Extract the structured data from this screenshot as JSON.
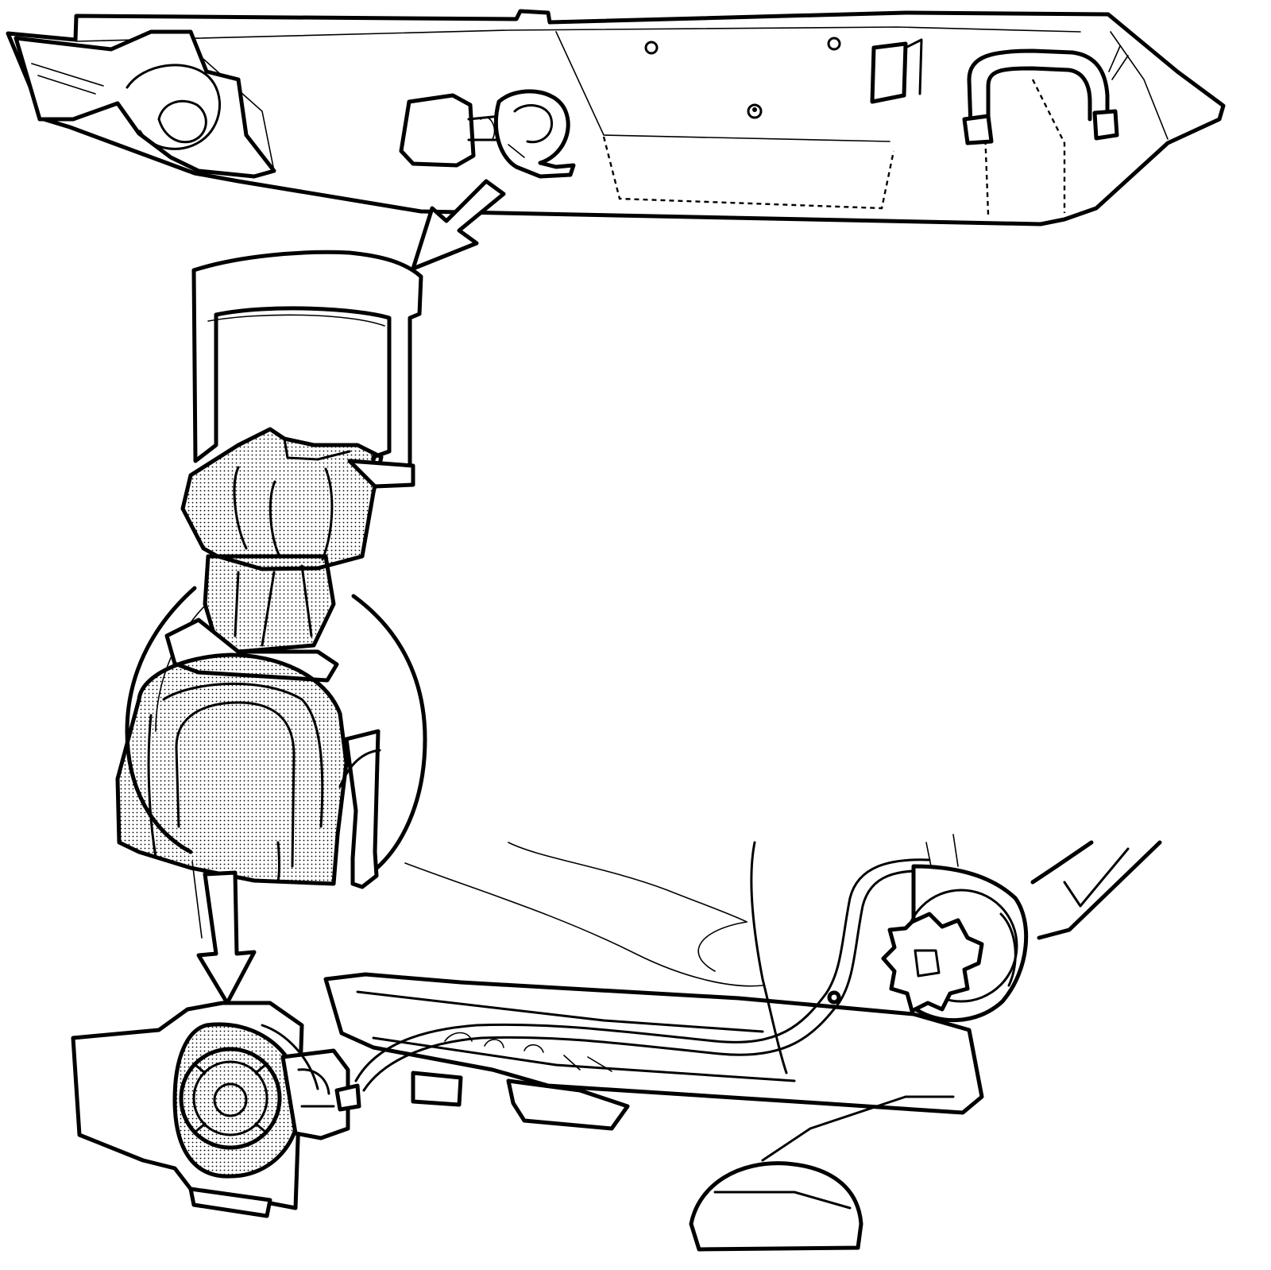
{
  "figure": {
    "kind": "line-art technical illustration",
    "colors": {
      "line": "#000000",
      "background": "#ffffff"
    },
    "components": [
      "rear-bumper-cover",
      "license-lamp-socket",
      "lamp-bulb-holder-enlarged",
      "seat-belt-retractor",
      "seat-frame-track",
      "pointer-arrows"
    ]
  }
}
